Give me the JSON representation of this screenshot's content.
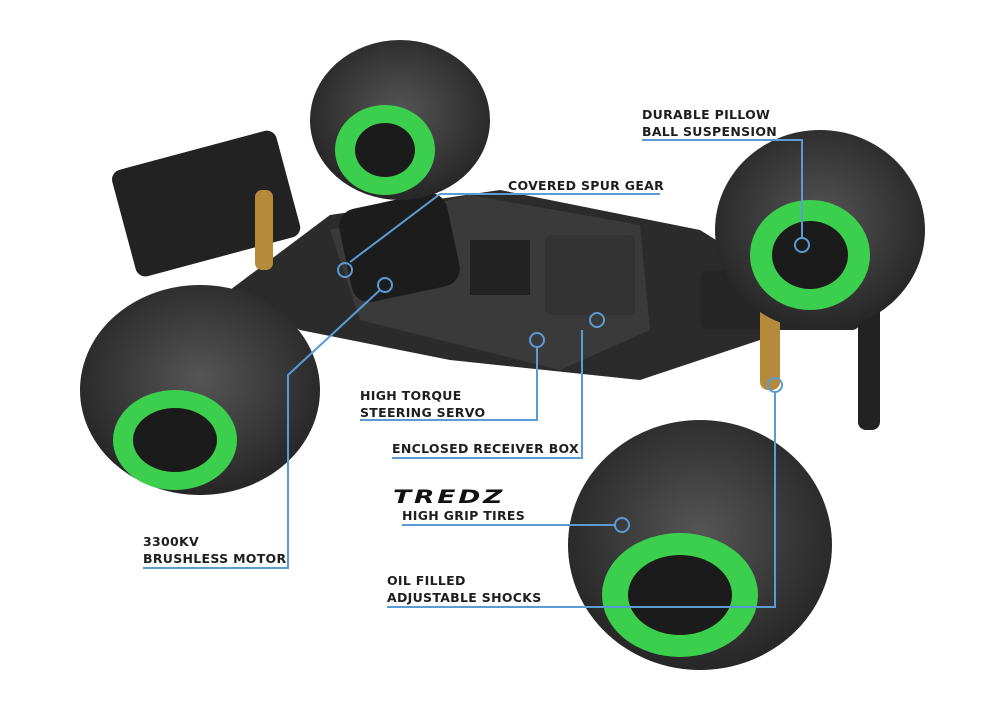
{
  "callouts": {
    "pillow": [
      "DURABLE PILLOW",
      "BALL SUSPENSION"
    ],
    "spur": "COVERED SPUR GEAR",
    "servo": [
      "HIGH TORQUE",
      "STEERING SERVO"
    ],
    "receiver": "ENCLOSED RECEIVER BOX",
    "tires_logo": "TREDZ",
    "tires": "HIGH GRIP TIRES",
    "motor": [
      "3300KV",
      "BRUSHLESS MOTOR"
    ],
    "shocks": [
      "OIL FILLED",
      "ADJUSTABLE SHOCKS"
    ]
  },
  "colors": {
    "line": "#5b9bd5",
    "rim": "#3ccf4e",
    "tire": "#3a3a3a",
    "chassis": "#2a2a2a"
  }
}
